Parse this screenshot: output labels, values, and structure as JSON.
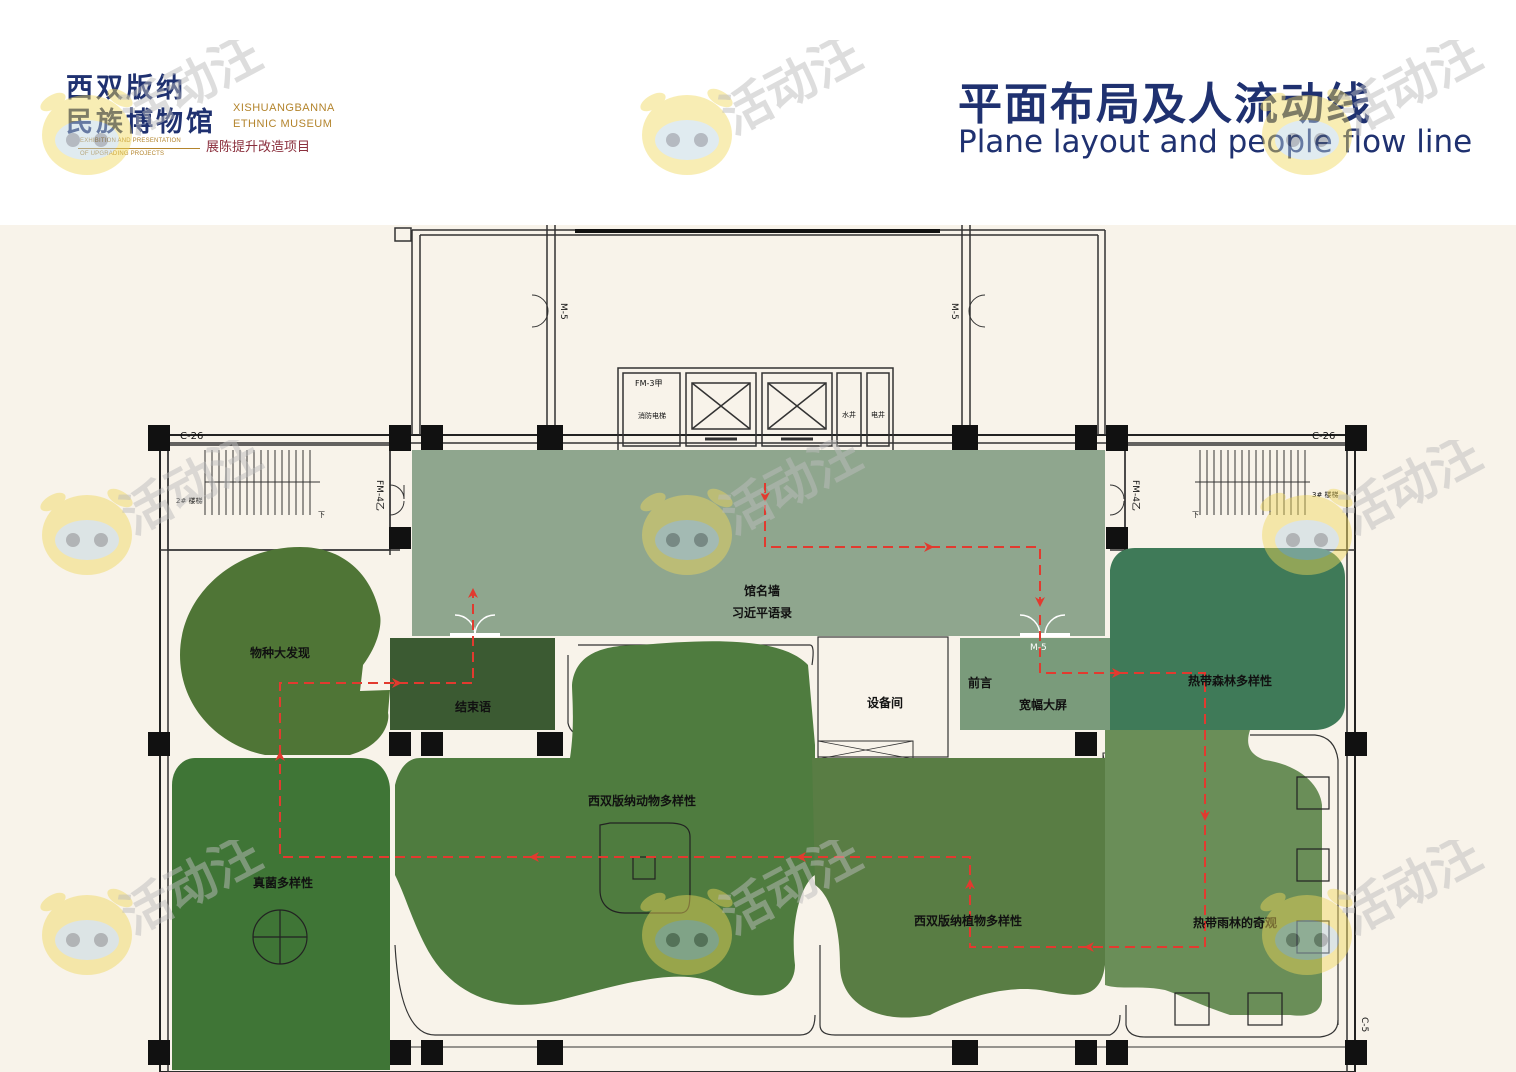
{
  "header": {
    "logo": {
      "cn_line1": "西双版纳",
      "cn_line2": "民族博物馆",
      "en_line1": "XISHUANGBANNA",
      "en_line2": "ETHNIC MUSEUM",
      "small_line1": "EXHIBITION AND PRESENTATION",
      "small_line2": "OF UPGRADING PROJECTS",
      "subtitle": "展陈提升改造项目"
    },
    "title_cn": "平面布局及人流动线",
    "title_en": "Plane layout and people flow line"
  },
  "watermark": {
    "text": "活动汪"
  },
  "plan": {
    "colors": {
      "background": "#f8f3ea",
      "lobby": "#8fa68e",
      "ending": "#3b5a32",
      "species": "#4f7536",
      "fungi": "#3f7536",
      "animals": "#4f7c3f",
      "plants": "#597d44",
      "forest": "#3f7a58",
      "rainforest": "#6a8e58",
      "preface": "#7a9b7b",
      "flow": "#e23a2f"
    },
    "labels": {
      "name_wall": "馆名墙",
      "xi_quotes": "习近平语录",
      "species_discovery": "物种大发现",
      "ending": "结束语",
      "equipment_room": "设备间",
      "preface": "前言",
      "wide_screen": "宽幅大屏",
      "tropical_forest": "热带森林多样性",
      "animal_diversity": "西双版纳动物多样性",
      "fungi_diversity": "真菌多样性",
      "plant_diversity": "西双版纳植物多样性",
      "rainforest_spectacle": "热带雨林的奇观",
      "stair_2": "2# 楼梯",
      "stair_3": "3# 楼梯",
      "elevator_hall": "消防电梯",
      "shaft_1": "水井",
      "shaft_2": "电井",
      "down_1": "下",
      "down_2": "下"
    },
    "tags": {
      "c26_left": "C-26",
      "c26_right": "C-26",
      "m5_left": "M-5",
      "m5_right": "M-5",
      "m5_bottom": "M-5",
      "fm4_left": "FM-4乙",
      "fm4_right": "FM-4乙",
      "fm3": "FM-3甲",
      "c5": "C-5"
    }
  }
}
